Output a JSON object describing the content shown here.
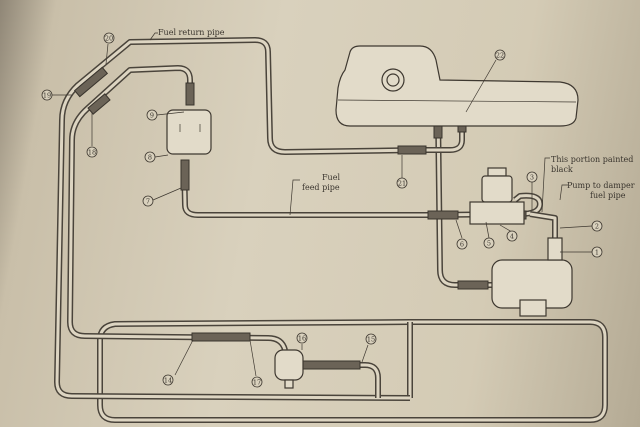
{
  "diagram": {
    "labels": {
      "fuel_return_pipe": "Fuel return pipe",
      "fuel_feed_pipe_1": "Fuel",
      "fuel_feed_pipe_2": "feed pipe",
      "painted_black_1": "This portion painted",
      "painted_black_2": "black",
      "pump_to_damper_1": "Pump to damper",
      "pump_to_damper_2": "fuel pipe"
    },
    "callouts": [
      "1",
      "2",
      "3",
      "4",
      "5",
      "6",
      "7",
      "8",
      "9",
      "14",
      "15",
      "16",
      "17",
      "18",
      "19",
      "20",
      "21",
      "22"
    ]
  }
}
